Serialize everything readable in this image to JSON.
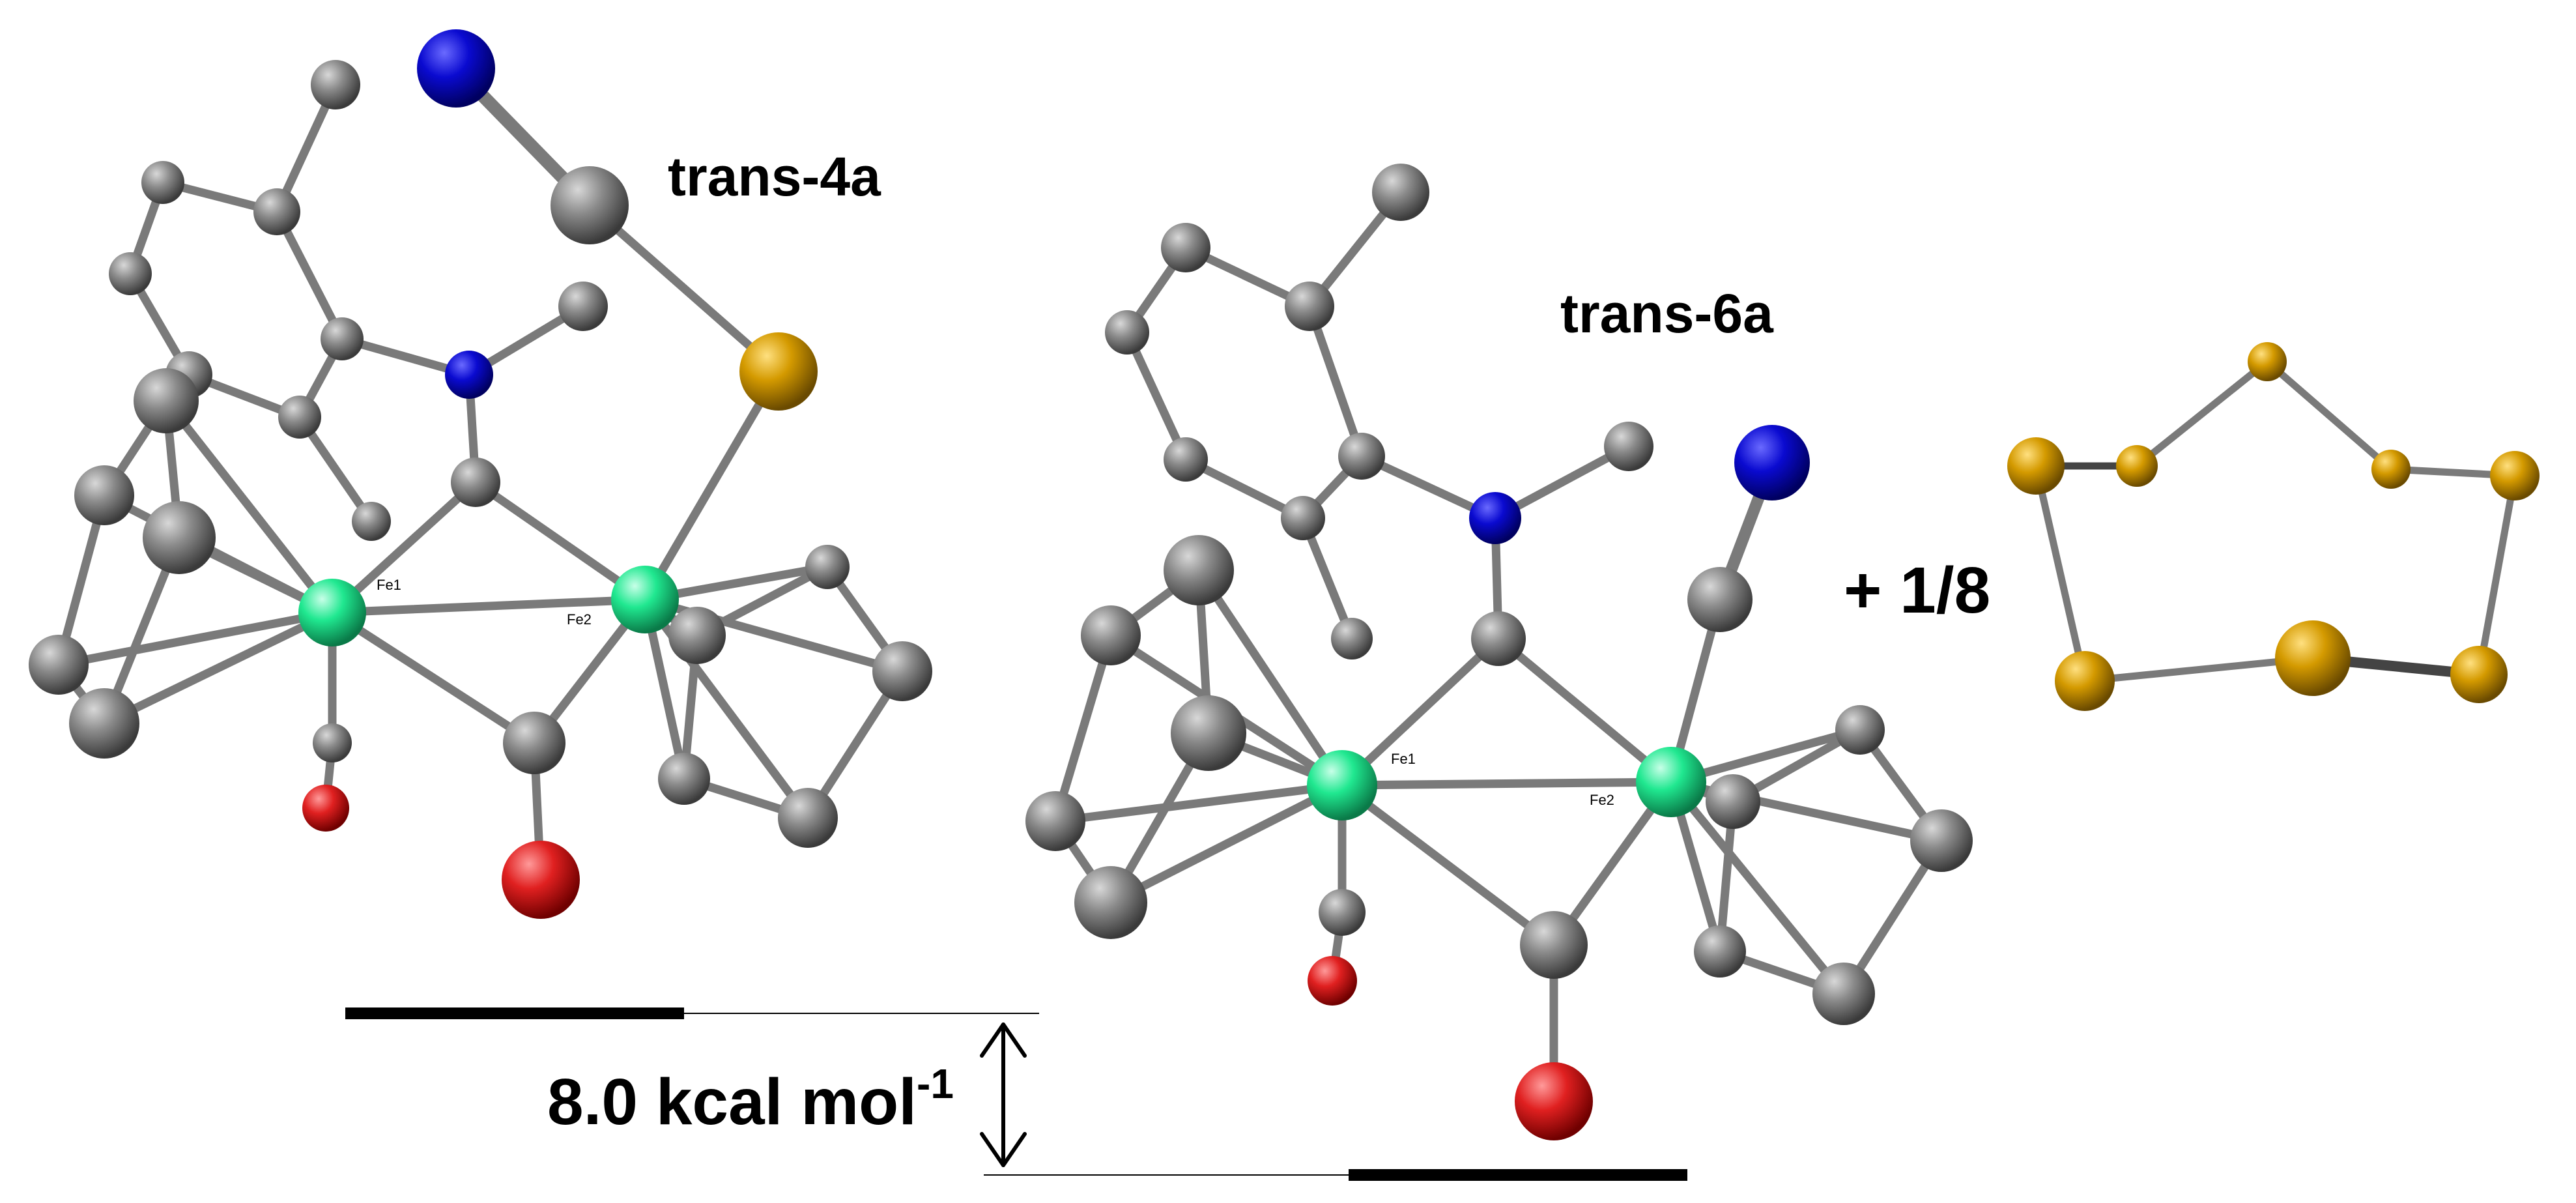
{
  "molecules": [
    {
      "name": "trans-4a",
      "atom_labels": [
        "Fe1",
        "Fe2"
      ]
    },
    {
      "name": "trans-6a",
      "atom_labels": [
        "Fe1",
        "Fe2"
      ]
    }
  ],
  "sulfur_fragment": {
    "coefficient": "+ 1/8"
  },
  "energy": {
    "value": "8.0",
    "unit": "kcal mol",
    "exponent": "-1"
  },
  "colors": {
    "carbon": "#808080",
    "nitrogen": "#0a0ad0",
    "oxygen": "#e02020",
    "sulfur": "#d49a00",
    "iron": "#20e890",
    "bond": "#8a8a8a"
  }
}
